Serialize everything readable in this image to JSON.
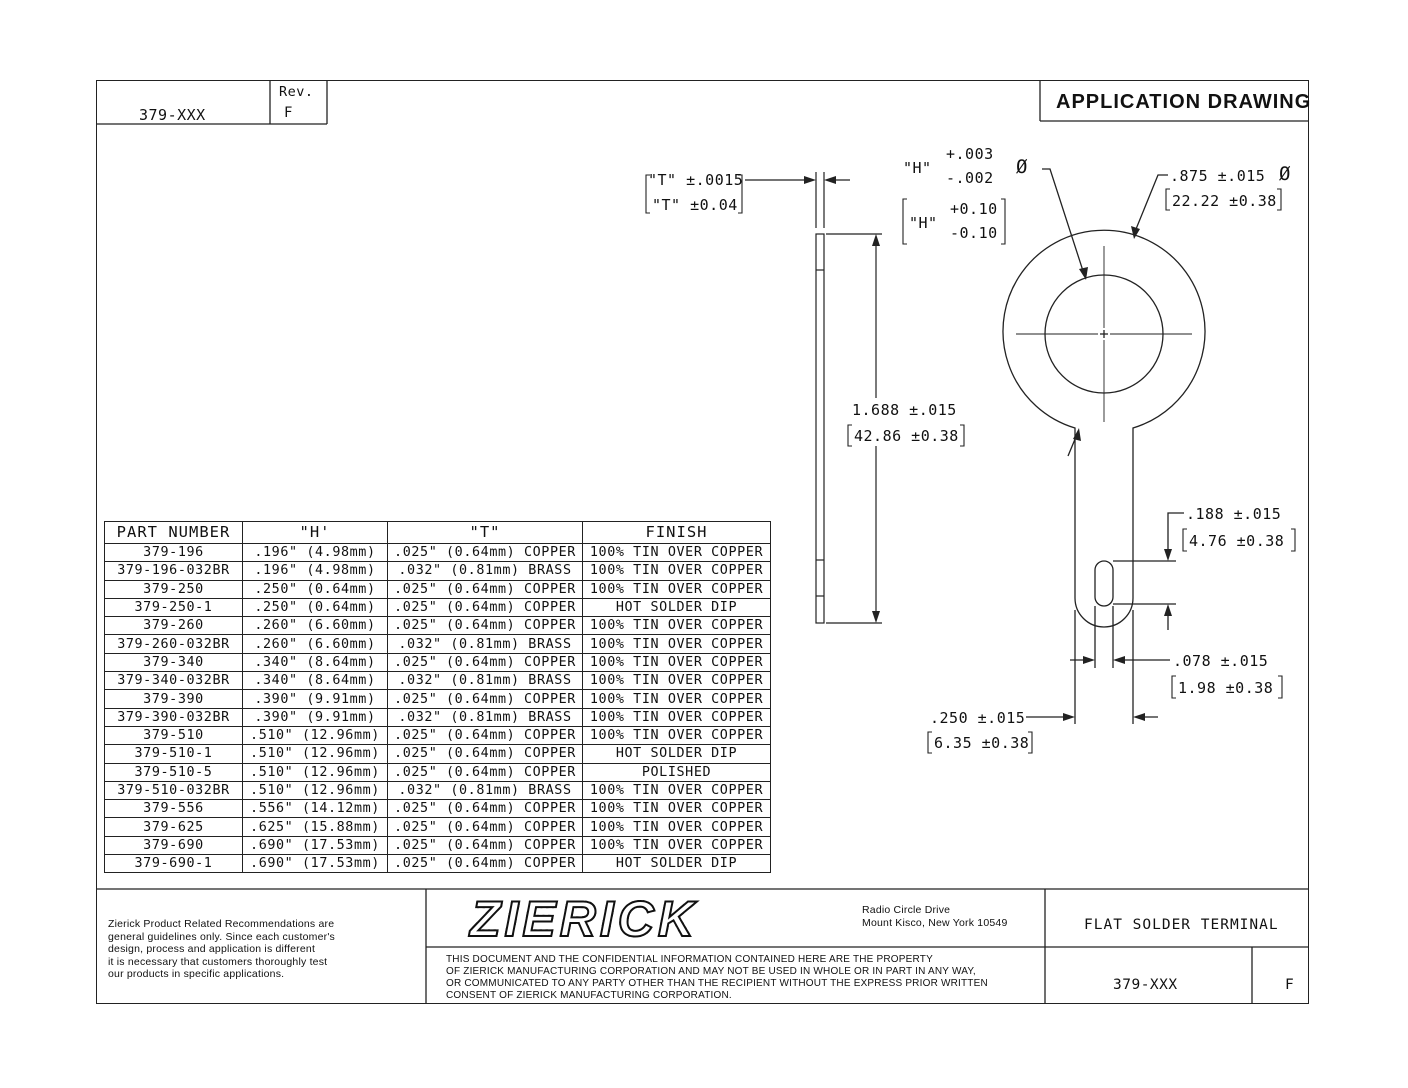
{
  "header": {
    "part_pattern": "379-XXX",
    "rev_label": "Rev.",
    "rev_value": "F",
    "title": "APPLICATION DRAWING"
  },
  "dimensions": {
    "t_thickness": "\"T\" ±.0015",
    "t_thickness_mm": "\"T\" ±0.04",
    "h_label": "\"H\"",
    "h_plus": "+.003",
    "h_minus": "-.002",
    "h_label_mm": "\"H\"",
    "h_plus_mm": "+0.10",
    "h_minus_mm": "-0.10",
    "diameter_symbol": "Ø",
    "outer_dia": ".875 ±.015",
    "outer_dia_mm": "22.22 ±0.38",
    "length": "1.688 ±.015",
    "length_mm": "42.86 ±0.38",
    "slot_len": ".188 ±.015",
    "slot_len_mm": "4.76 ±0.38",
    "slot_width": ".078 ±.015",
    "slot_width_mm": "1.98 ±0.38",
    "tab_width": ".250 ±.015",
    "tab_width_mm": "6.35 ±0.38"
  },
  "table": {
    "headers": [
      "PART NUMBER",
      "\"H'",
      "\"T\"",
      "FINISH"
    ],
    "rows": [
      [
        "379-196",
        ".196\" (4.98mm)",
        ".025\" (0.64mm) COPPER",
        "100% TIN OVER COPPER"
      ],
      [
        "379-196-032BR",
        ".196\" (4.98mm)",
        ".032\" (0.81mm) BRASS",
        "100% TIN OVER COPPER"
      ],
      [
        "379-250",
        ".250\" (0.64mm)",
        ".025\" (0.64mm) COPPER",
        "100% TIN OVER COPPER"
      ],
      [
        "379-250-1",
        ".250\" (0.64mm)",
        ".025\" (0.64mm) COPPER",
        "HOT SOLDER DIP"
      ],
      [
        "379-260",
        ".260\" (6.60mm)",
        ".025\" (0.64mm) COPPER",
        "100% TIN OVER COPPER"
      ],
      [
        "379-260-032BR",
        ".260\" (6.60mm)",
        ".032\" (0.81mm) BRASS",
        "100% TIN OVER COPPER"
      ],
      [
        "379-340",
        ".340\" (8.64mm)",
        ".025\" (0.64mm) COPPER",
        "100% TIN OVER COPPER"
      ],
      [
        "379-340-032BR",
        ".340\" (8.64mm)",
        ".032\" (0.81mm) BRASS",
        "100% TIN OVER COPPER"
      ],
      [
        "379-390",
        ".390\" (9.91mm)",
        ".025\" (0.64mm) COPPER",
        "100% TIN OVER COPPER"
      ],
      [
        "379-390-032BR",
        ".390\" (9.91mm)",
        ".032\" (0.81mm) BRASS",
        "100% TIN OVER COPPER"
      ],
      [
        "379-510",
        ".510\" (12.96mm)",
        ".025\" (0.64mm) COPPER",
        "100% TIN OVER COPPER"
      ],
      [
        "379-510-1",
        ".510\" (12.96mm)",
        ".025\" (0.64mm) COPPER",
        "HOT SOLDER DIP"
      ],
      [
        "379-510-5",
        ".510\" (12.96mm)",
        ".025\" (0.64mm) COPPER",
        "POLISHED"
      ],
      [
        "379-510-032BR",
        ".510\" (12.96mm)",
        ".032\" (0.81mm) BRASS",
        "100% TIN OVER COPPER"
      ],
      [
        "379-556",
        ".556\" (14.12mm)",
        ".025\" (0.64mm) COPPER",
        "100% TIN OVER COPPER"
      ],
      [
        "379-625",
        ".625\" (15.88mm)",
        ".025\" (0.64mm) COPPER",
        "100% TIN OVER COPPER"
      ],
      [
        "379-690",
        ".690\" (17.53mm)",
        ".025\" (0.64mm) COPPER",
        "100% TIN OVER COPPER"
      ],
      [
        "379-690-1",
        ".690\" (17.53mm)",
        ".025\" (0.64mm) COPPER",
        "HOT SOLDER DIP"
      ]
    ]
  },
  "title_block": {
    "disclaimer": "Zierick Product Related Recommendations are\ngeneral guidelines only. Since each customer's\ndesign, process and application is different\nit is necessary that customers thoroughly test\nour products in specific applications.",
    "logo_text": "ZIERICK",
    "address_line1": "Radio Circle Drive",
    "address_line2": "Mount Kisco, New York 10549",
    "confidential": "THIS DOCUMENT AND THE CONFIDENTIAL INFORMATION CONTAINED HERE ARE THE PROPERTY\nOF ZIERICK MANUFACTURING CORPORATION AND MAY NOT BE USED IN WHOLE OR IN PART IN ANY WAY,\nOR COMMUNICATED TO ANY PARTY OTHER THAN THE RECIPIENT WITHOUT THE EXPRESS PRIOR WRITTEN\nCONSENT OF ZIERICK MANUFACTURING CORPORATION.",
    "part_title": "FLAT SOLDER TERMINAL",
    "part_number": "379-XXX",
    "revision": "F"
  }
}
